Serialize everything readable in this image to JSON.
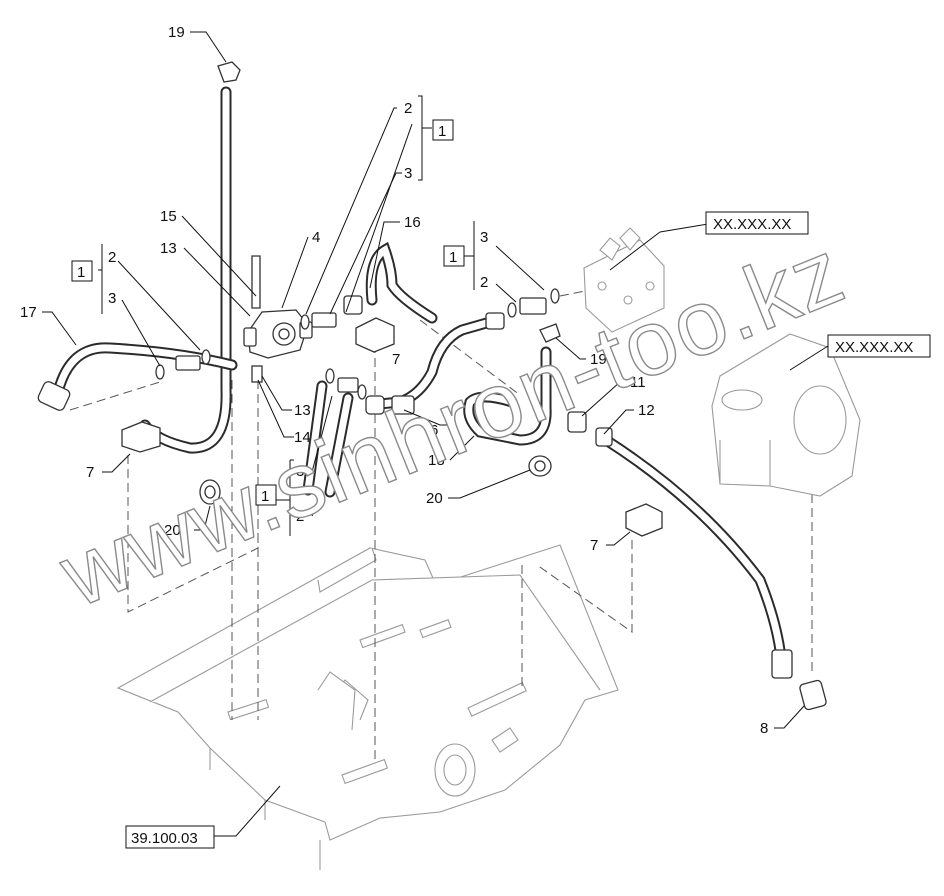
{
  "callouts": [
    {
      "id": "c19a",
      "text": "19"
    },
    {
      "id": "c2a",
      "text": "2"
    },
    {
      "id": "c1a",
      "text": "1"
    },
    {
      "id": "c3a",
      "text": "3"
    },
    {
      "id": "c16",
      "text": "16"
    },
    {
      "id": "c15",
      "text": "15"
    },
    {
      "id": "c4",
      "text": "4"
    },
    {
      "id": "c13a",
      "text": "13"
    },
    {
      "id": "c3b",
      "text": "3"
    },
    {
      "id": "c1b",
      "text": "1"
    },
    {
      "id": "c2b",
      "text": "2"
    },
    {
      "id": "c2c",
      "text": "2"
    },
    {
      "id": "c1c",
      "text": "1"
    },
    {
      "id": "c3c",
      "text": "3"
    },
    {
      "id": "c17",
      "text": "17"
    },
    {
      "id": "c7a",
      "text": "7"
    },
    {
      "id": "c19b",
      "text": "19"
    },
    {
      "id": "c13b",
      "text": "13"
    },
    {
      "id": "c11",
      "text": "11"
    },
    {
      "id": "c12",
      "text": "12"
    },
    {
      "id": "c14",
      "text": "14"
    },
    {
      "id": "c6",
      "text": "6"
    },
    {
      "id": "c18",
      "text": "18"
    },
    {
      "id": "c7b",
      "text": "7"
    },
    {
      "id": "c3d",
      "text": "3"
    },
    {
      "id": "c20a",
      "text": "20"
    },
    {
      "id": "c1d",
      "text": "1"
    },
    {
      "id": "c2d",
      "text": "2"
    },
    {
      "id": "c20b",
      "text": "20"
    },
    {
      "id": "c7c",
      "text": "7"
    },
    {
      "id": "c8",
      "text": "8"
    }
  ],
  "references": {
    "ref_top": "XX.XXX.XX",
    "ref_right": "XX.XXX.XX",
    "ref_bottom": "39.100.03"
  },
  "watermark": "www.sinhron-too.kz"
}
